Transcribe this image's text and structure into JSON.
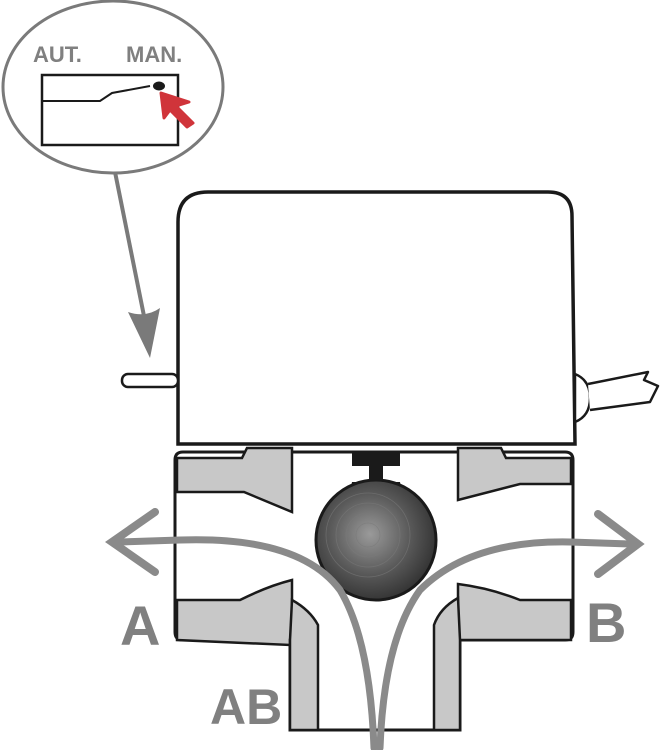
{
  "switch_inset": {
    "label_auto": "AUT.",
    "label_manual": "MAN."
  },
  "ports": {
    "a": "A",
    "b": "B",
    "ab": "AB"
  },
  "colors": {
    "outline": "#1a1a1a",
    "flow_arrow": "#8a8a8a",
    "body_fill": "#c8c8c8",
    "ball_fill": "#4a4a4a",
    "indicator_arrow": "#d0343a",
    "label_text": "#808080"
  },
  "icons": {
    "indicator": "red-arrow-icon",
    "pointer": "pointer-arrow-icon"
  }
}
